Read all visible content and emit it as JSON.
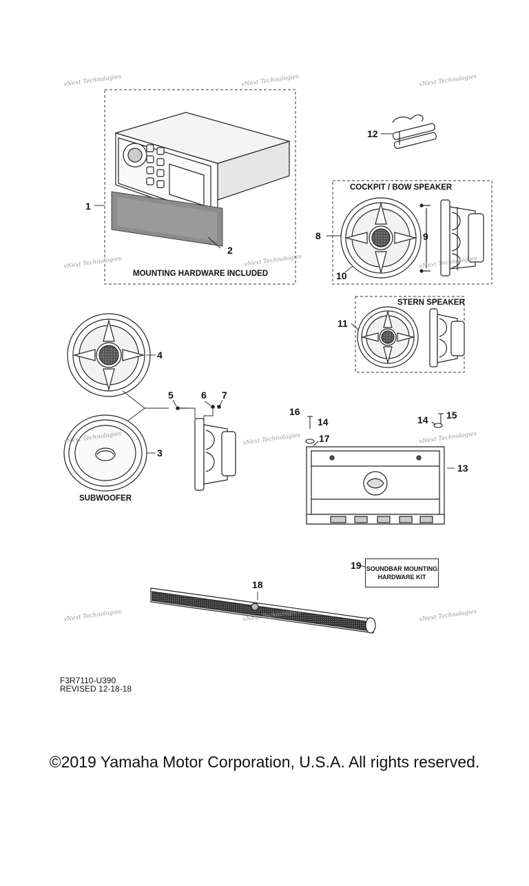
{
  "watermark": "vNext Technologies",
  "captions": {
    "mounting": "MOUNTING HARDWARE INCLUDED",
    "cockpit": "COCKPIT / BOW SPEAKER",
    "stern": "STERN SPEAKER",
    "subwoofer": "SUBWOOFER",
    "kit_line1": "SOUNDBAR MOUNTING",
    "kit_line2": "HARDWARE KIT"
  },
  "callouts": {
    "c1": "1",
    "c2": "2",
    "c3": "3",
    "c4": "4",
    "c5": "5",
    "c6": "6",
    "c7": "7",
    "c8": "8",
    "c9": "9",
    "c10": "10",
    "c11": "11",
    "c12": "12",
    "c13": "13",
    "c14a": "14",
    "c14b": "14",
    "c15": "15",
    "c16": "16",
    "c17": "17",
    "c18": "18",
    "c19": "19"
  },
  "footer": {
    "part_code": "F3R7110-U390",
    "revised": "REVISED 12-18-18",
    "copyright": "©2019 Yamaha Motor Corporation, U.S.A. All rights reserved."
  }
}
